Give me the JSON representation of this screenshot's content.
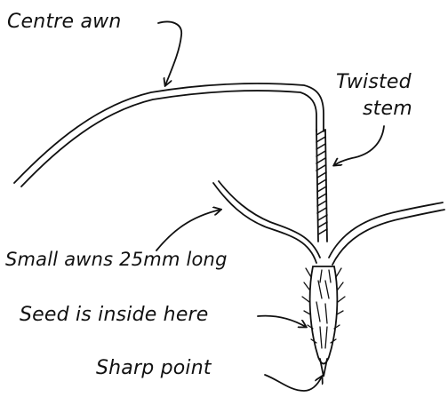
{
  "labels": {
    "centre_awn": "Centre awn",
    "twisted_stem_line1": "Twisted",
    "twisted_stem_line2": "stem",
    "small_awns": "Small awns 25mm long",
    "seed_inside": "Seed is inside here",
    "sharp_point": "Sharp point"
  }
}
